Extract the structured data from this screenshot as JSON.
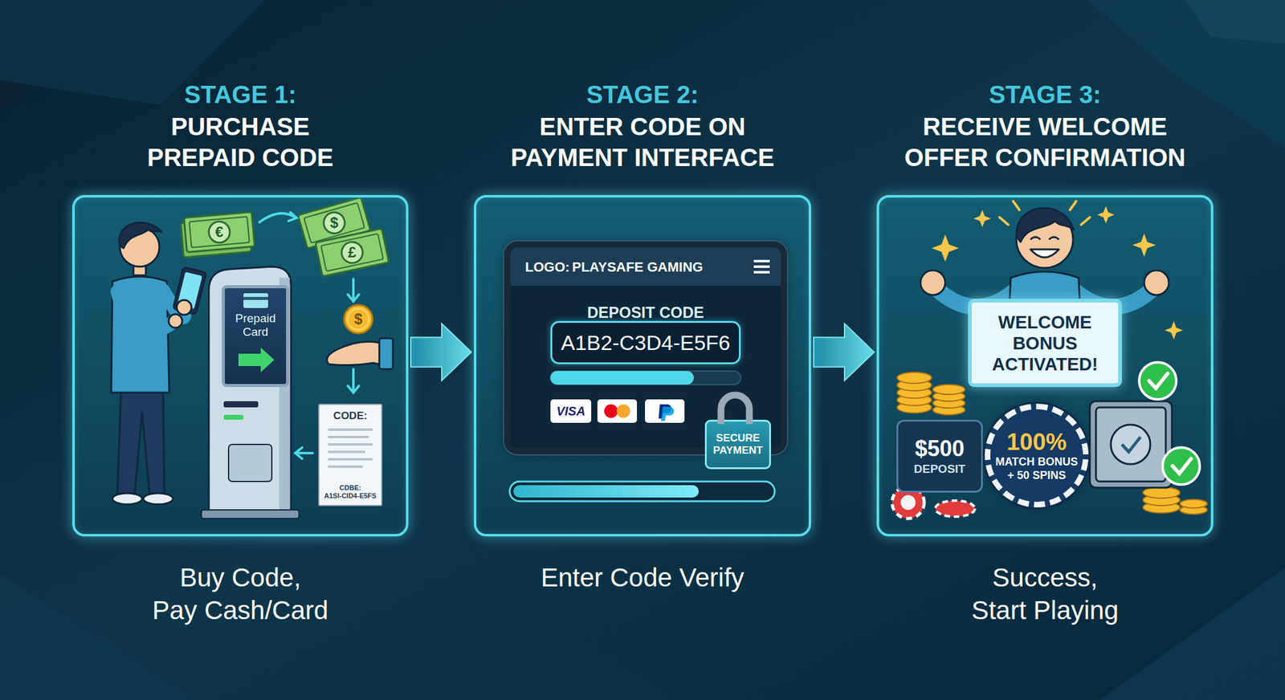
{
  "diagram": {
    "nodes": [
      {
        "text": [
          "STAGE 1:",
          "PURCHASE PREPAID CODE",
          "Buy Code, Pay Cash/Card"
        ]
      },
      {
        "text": [
          "Prepaid Card"
        ],
        "in": 0
      },
      {
        "text": [
          "CODE:",
          "CDBE:",
          "A1SI-CID4-E5FS"
        ],
        "in": 0
      },
      {
        "text": [
          "STAGE 2:",
          "ENTER CODE ON PAYMENT INTERFACE",
          "Enter Code Verify"
        ]
      },
      {
        "text": [
          "LOGO:",
          "PLAYSAFE GAMING",
          "DEPOSIT CODE"
        ],
        "in": 3
      },
      {
        "text": [
          "A1B2-C3D4-E5F6"
        ],
        "in": 4
      },
      {
        "text": [
          "VISA"
        ],
        "in": 4
      },
      {
        "text": [
          "SECURE PAYMENT"
        ],
        "in": 3
      },
      {
        "text": [
          "STAGE 3:",
          "RECEIVE WELCOME OFFER CONFIRMATION",
          "Success, Start Playing"
        ]
      },
      {
        "text": [
          "WELCOME BONUS ACTIVATED!"
        ],
        "in": 8
      },
      {
        "text": [
          "$500",
          "DEPOSIT"
        ],
        "in": 8
      },
      {
        "text": [
          "100%",
          "MATCH BONUS + 50 SPINS"
        ],
        "in": 8
      }
    ],
    "edges": [
      {
        "from": 0,
        "to": 3,
        "arrow": "to"
      },
      {
        "from": 3,
        "to": 8,
        "arrow": "to"
      }
    ],
    "labels": [
      "€",
      "$",
      "£",
      "$"
    ]
  }
}
